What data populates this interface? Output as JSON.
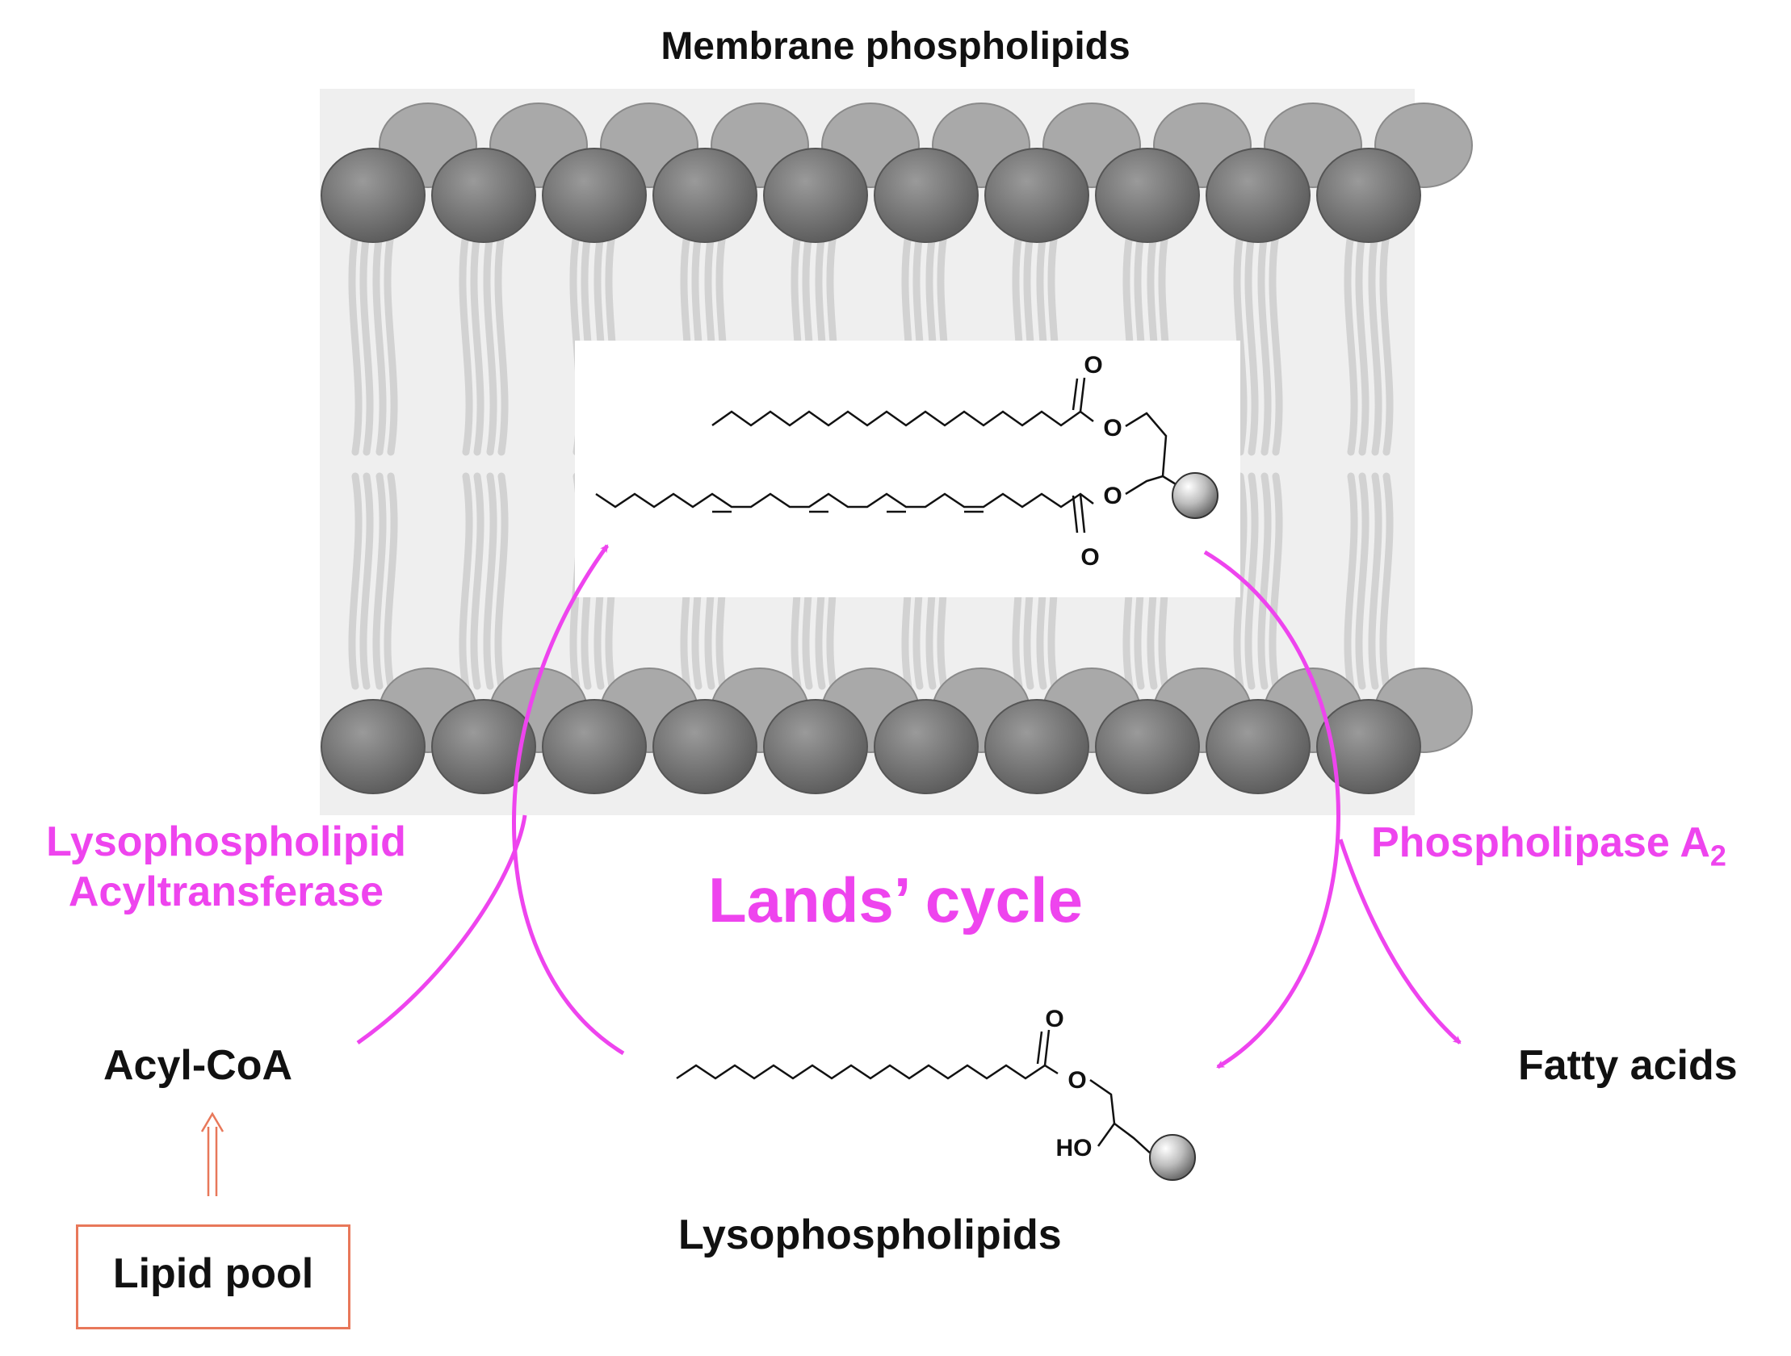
{
  "title": "Membrane phospholipids",
  "cycle_label": "Lands’ cycle",
  "enzyme_left_line1": "Lysophospholipid",
  "enzyme_left_line2": "Acyltransferase",
  "enzyme_right": "Phospholipase A",
  "enzyme_right_subscript": "2",
  "acyl_coa": "Acyl-CoA",
  "fatty_acids": "Fatty acids",
  "lysophospholipids": "Lysophospholipids",
  "lipid_pool": "Lipid pool",
  "atom_O": "O",
  "atom_HO": "HO",
  "colors": {
    "enzyme": "#ee44ee",
    "arrow": "#ee44ee",
    "lipid_pool_border": "#e8785a",
    "text": "#111111"
  }
}
